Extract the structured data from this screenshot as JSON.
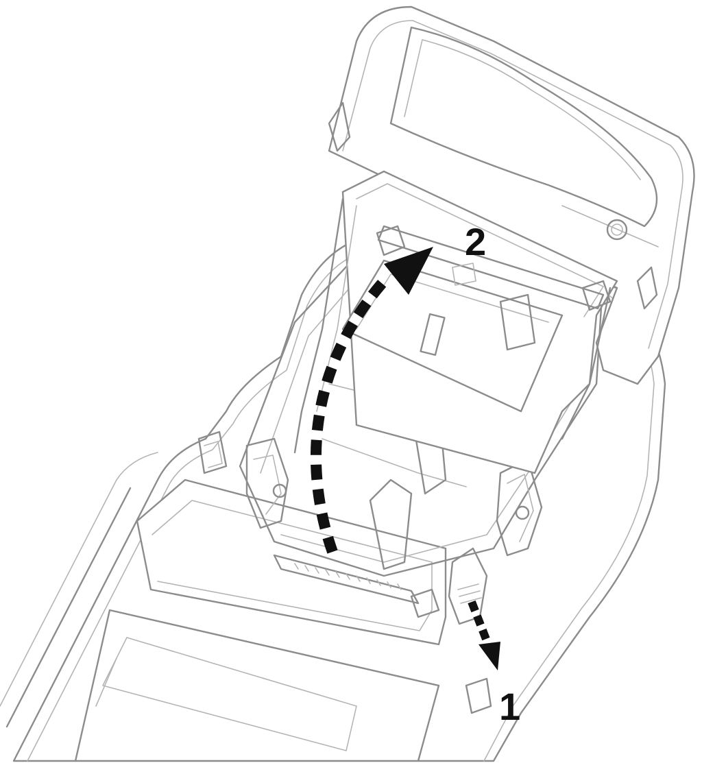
{
  "figure": {
    "steps": [
      {
        "id": "1",
        "label": "1"
      },
      {
        "id": "2",
        "label": "2"
      }
    ]
  },
  "colors": {
    "line_art": "#8c8c8c",
    "arrow": "#111111",
    "background": "#ffffff"
  }
}
